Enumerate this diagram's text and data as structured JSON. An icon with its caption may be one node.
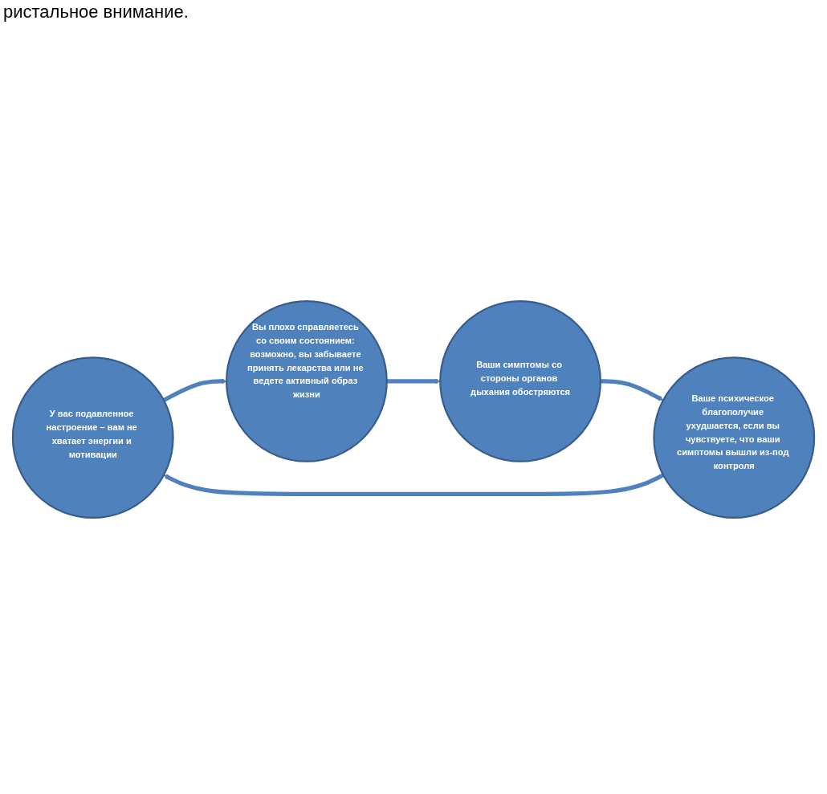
{
  "diagram": {
    "nodes": [
      {
        "text": [
          "У вас подавленное настроение – вам не хватает энергии и мотивации"
        ]
      },
      {
        "text": [
          "Ваше психическое благополучие ухудшается, если вы чувствуете, что ваши симптомы вышли из-под контроля"
        ]
      },
      {
        "text": [
          "Вы плохо справляетесь со своим состоянием: возможно, вы забываете принять лекарства или не ведете активный образ жизни"
        ]
      },
      {
        "text": [
          "Ваши симптомы со стороны органов дыхания обостряются"
        ]
      }
    ],
    "edges": [
      {
        "from": 0,
        "to": 2,
        "arrow": "to"
      },
      {
        "from": 2,
        "to": 3,
        "arrow": "to"
      },
      {
        "from": 3,
        "to": 1,
        "arrow": "to"
      },
      {
        "from": 1,
        "to": 0,
        "arrow": "to"
      }
    ],
    "labels": [
      "ристальное внимание."
    ]
  }
}
